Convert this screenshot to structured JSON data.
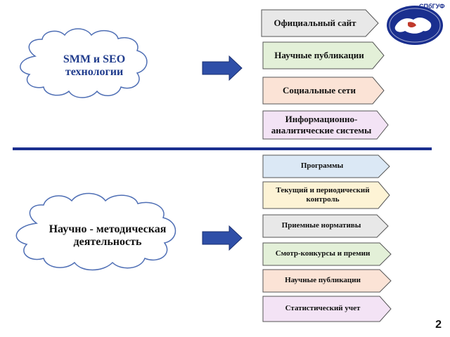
{
  "section_top": {
    "cloud_title": "SMM и SEO технологии",
    "items": [
      {
        "label": "Официальный сайт",
        "color": "#e8e8e8"
      },
      {
        "label": "Научные публикации",
        "color": "#e3f0d8"
      },
      {
        "label": "Социальные сети",
        "color": "#fbe3d6"
      },
      {
        "label": "Информационно-аналитические системы",
        "color": "#f3e3f5"
      }
    ]
  },
  "section_bottom": {
    "cloud_title": "Научно - методическая деятельность",
    "items": [
      {
        "label": "Программы",
        "color": "#dbe8f5"
      },
      {
        "label": "Текущий и периодический контроль",
        "color": "#fdf3d5"
      },
      {
        "label": "Приемные нормативы",
        "color": "#e8e8e8"
      },
      {
        "label": "Смотр-конкурсы и премии",
        "color": "#e3f0d8"
      },
      {
        "label": "Научные публикации",
        "color": "#fbe3d6"
      },
      {
        "label": "Статистический учет",
        "color": "#f3e3f5"
      }
    ]
  },
  "logo": {
    "text": "СПбГУФ"
  },
  "page_number": "2",
  "colors": {
    "arrow": "#2f4fa8",
    "divider": "#1a2f8f",
    "cloud_stroke": "#4f6fb5",
    "cloud_text_top": "#1f3b8c"
  }
}
